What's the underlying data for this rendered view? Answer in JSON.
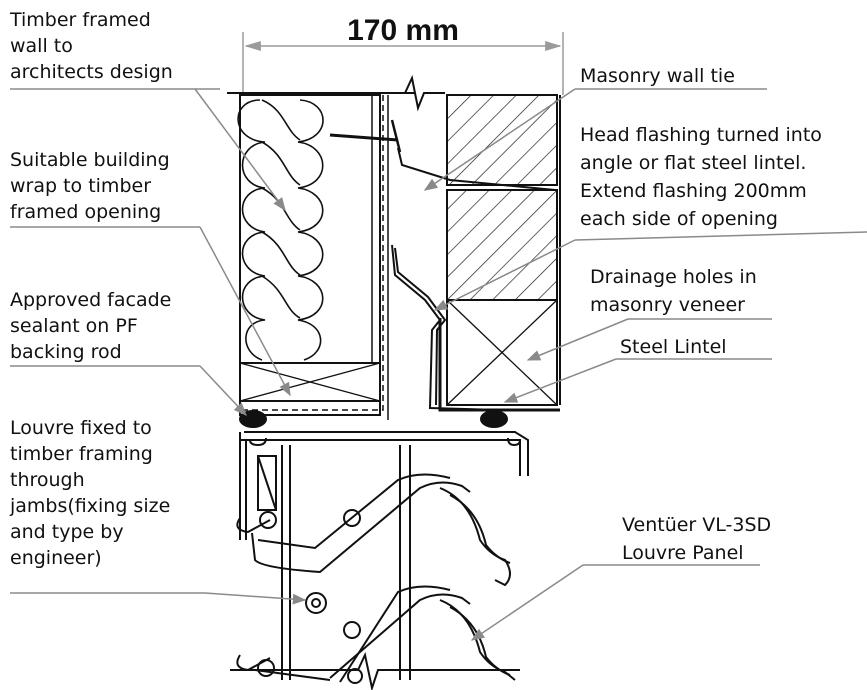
{
  "dimension": {
    "label": "170 mm"
  },
  "labels_left": [
    {
      "lines": [
        "Timber framed",
        "wall to",
        "architects design"
      ]
    },
    {
      "lines": [
        "Suitable building",
        "wrap to timber",
        "framed opening"
      ]
    },
    {
      "lines": [
        "Approved facade",
        "sealant on PF",
        "backing rod"
      ]
    },
    {
      "lines": [
        "Louvre fixed to",
        "timber framing",
        "through",
        "jambs(fixing size",
        "and type by",
        "engineer)"
      ]
    }
  ],
  "labels_right": [
    {
      "lines": [
        "Masonry wall tie"
      ]
    },
    {
      "lines": [
        "Head flashing turned into",
        "angle or flat steel lintel.",
        "Extend flashing 200mm",
        "each side of opening"
      ]
    },
    {
      "lines": [
        "Drainage holes in",
        "masonry veneer"
      ]
    },
    {
      "lines": [
        "Steel Lintel"
      ]
    },
    {
      "lines": [
        "Ventüer VL-3SD",
        "Louvre Panel"
      ]
    }
  ],
  "colors": {
    "line": "#111111",
    "leader": "#8a8a8a",
    "dim_line": "#9a9a9a"
  }
}
